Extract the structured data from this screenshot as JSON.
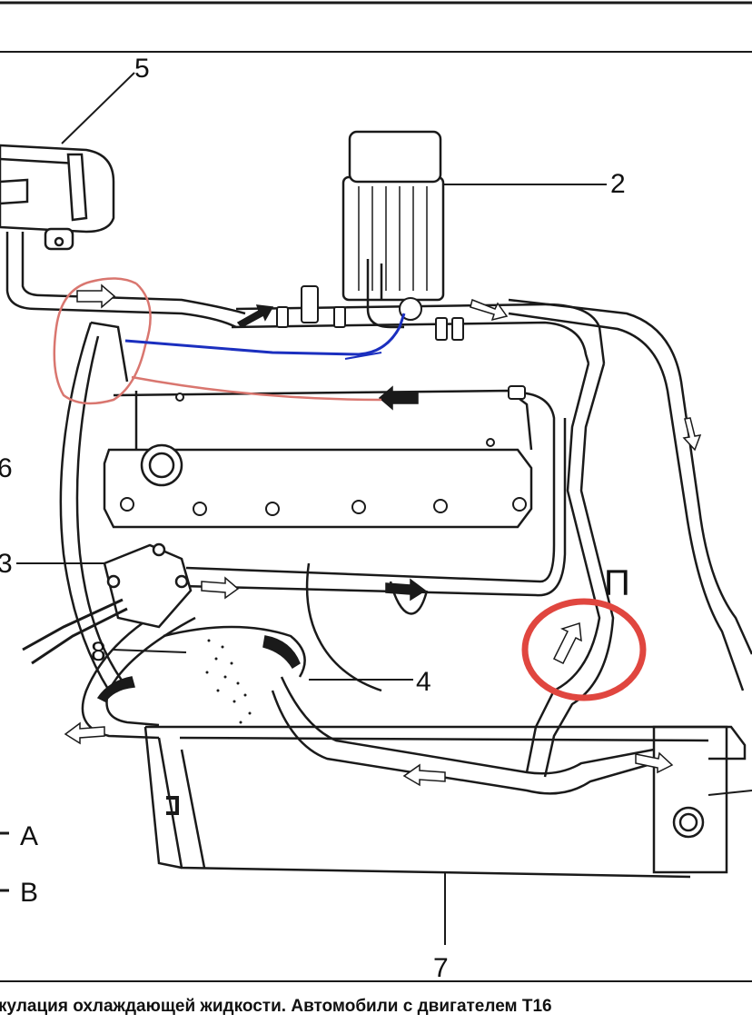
{
  "labels": {
    "l1": "5",
    "l2": "2",
    "l3": "6",
    "l4": "3",
    "l5": "8",
    "l6": "4",
    "l7": "7",
    "l8": "П",
    "legend_a": "A",
    "legend_b": "B"
  },
  "caption": "кулация охлаждающей жидкости. Автомобили с двигателем Т16",
  "colors": {
    "line": "#1a1a1a",
    "annotation_red": "#e0463f",
    "annotation_pink": "#d9766f",
    "annotation_blue": "#1b2fbf"
  }
}
